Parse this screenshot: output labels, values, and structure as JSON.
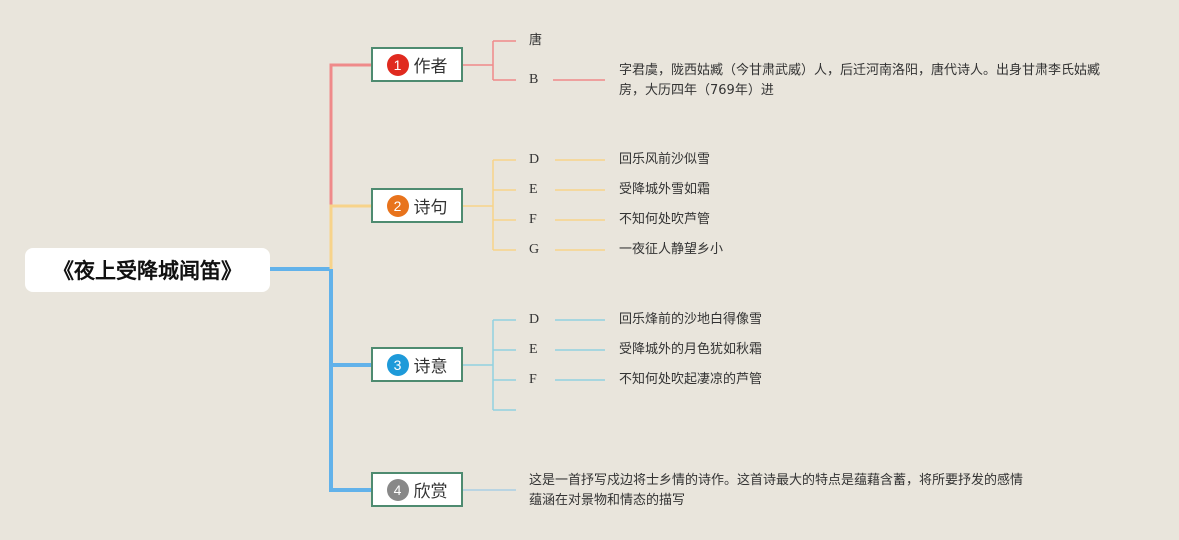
{
  "root": {
    "title": "《夜上受降城闻笛》"
  },
  "colors": {
    "author": "#ef8a8a",
    "lines": "#f7d38a",
    "meaning": "#91d2e0",
    "appreciation": "#a9cfe3",
    "trunk": "#62b2ea",
    "node_border": "#4e8b70",
    "badge_author": "#e02a1f",
    "badge_lines": "#e8731c",
    "badge_meaning": "#1e9ad9",
    "badge_appreciation": "#888888"
  },
  "branches": [
    {
      "number": "1",
      "label": "作者",
      "leaves": [
        {
          "key": "唐",
          "text": ""
        },
        {
          "key": "B",
          "text": "字君虞，陇西姑臧（今甘肃武威）人，后迁河南洛阳，唐代诗人。出身甘肃李氏姑臧房，大历四年（769年）进"
        }
      ]
    },
    {
      "number": "2",
      "label": "诗句",
      "leaves": [
        {
          "key": "D",
          "text": "回乐风前沙似雪"
        },
        {
          "key": "E",
          "text": "受降城外雪如霜"
        },
        {
          "key": "F",
          "text": "不知何处吹芦管"
        },
        {
          "key": "G",
          "text": "一夜征人静望乡小"
        }
      ]
    },
    {
      "number": "3",
      "label": "诗意",
      "leaves": [
        {
          "key": "D",
          "text": "回乐烽前的沙地白得像雪"
        },
        {
          "key": "E",
          "text": "受降城外的月色犹如秋霜"
        },
        {
          "key": "F",
          "text": "不知何处吹起凄凉的芦管"
        },
        {
          "key": "",
          "text": ""
        }
      ]
    },
    {
      "number": "4",
      "label": "欣赏",
      "text": "这是一首抒写戍边将士乡情的诗作。这首诗最大的特点是蕴藉含蓄，将所要抒发的感情蕴涵在对景物和情态的描写"
    }
  ]
}
